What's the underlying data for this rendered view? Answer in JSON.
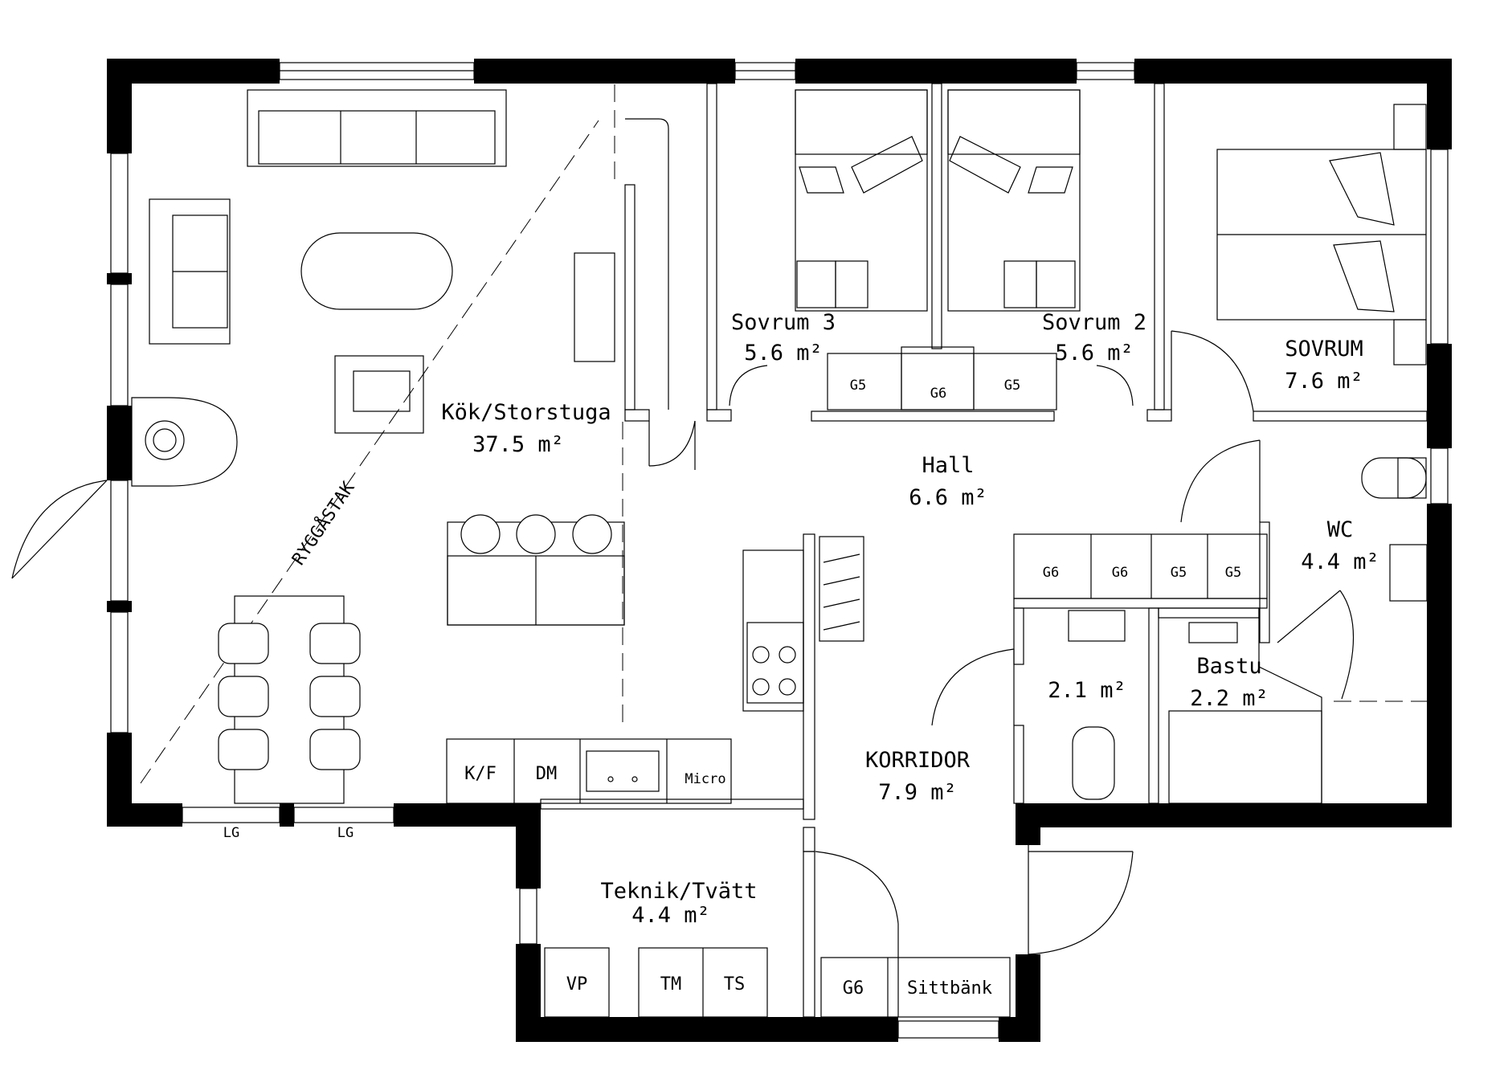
{
  "rooms": {
    "kok": {
      "name": "Kök/Storstuga",
      "area": "37.5 m²"
    },
    "sovrum3": {
      "name": "Sovrum 3",
      "area": "5.6 m²"
    },
    "sovrum2": {
      "name": "Sovrum 2",
      "area": "5.6 m²"
    },
    "sovrum": {
      "name": "SOVRUM",
      "area": "7.6 m²"
    },
    "hall": {
      "name": "Hall",
      "area": "6.6 m²"
    },
    "wc": {
      "name": "WC",
      "area": "4.4 m²"
    },
    "badrum": {
      "area": "2.1 m²"
    },
    "bastu": {
      "name": "Bastu",
      "area": "2.2 m²"
    },
    "korridor": {
      "name": "KORRIDOR",
      "area": "7.9 m²"
    },
    "teknik": {
      "name": "Teknik/Tvätt",
      "area": "4.4 m²"
    }
  },
  "labels": {
    "ryggastak": "RYGGÅSTAK",
    "kf": "K/F",
    "dm": "DM",
    "micro": "Micro",
    "lg1": "LG",
    "lg2": "LG",
    "vp": "VP",
    "tm": "TM",
    "ts": "TS",
    "g6_entre": "G6",
    "sittbank": "Sittbänk",
    "wardrobe_top": [
      "G5",
      "G6",
      "G5"
    ],
    "wardrobe_hall": [
      "G6",
      "G6",
      "G5",
      "G5"
    ]
  }
}
